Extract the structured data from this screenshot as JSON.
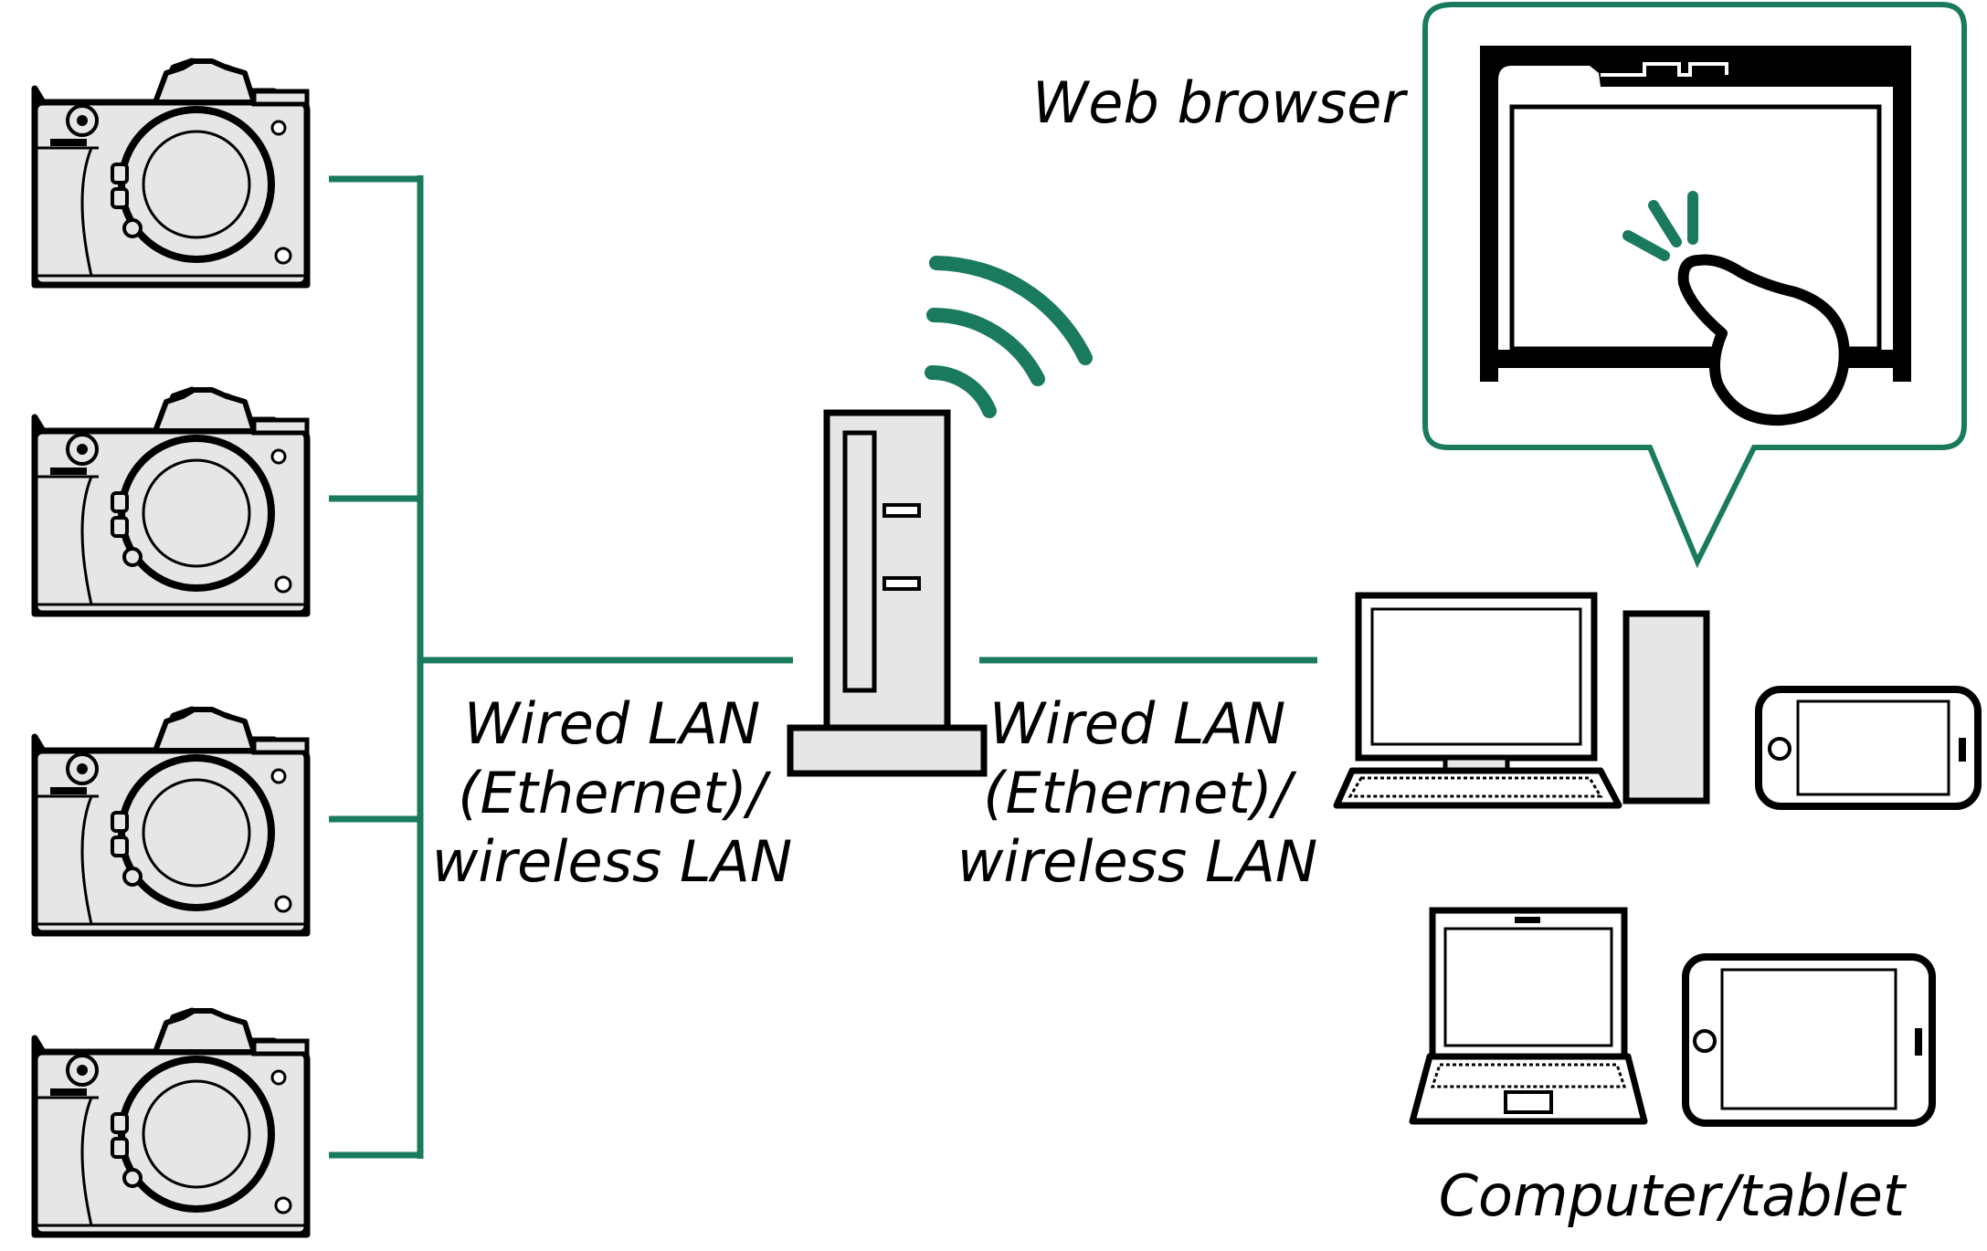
{
  "labels": {
    "connection_left": [
      "Wired LAN",
      "(Ethernet)/",
      "wireless LAN"
    ],
    "connection_right": [
      "Wired LAN",
      "(Ethernet)/",
      "wireless LAN"
    ],
    "web_browser": "Web browser",
    "computer_tablet": "Computer/tablet"
  },
  "colors": {
    "line_green": "#1a7a5e",
    "device_fill": "#e6e6e6",
    "outline": "#000000"
  },
  "icons": [
    "camera-icon",
    "router-icon",
    "wifi-signal-icon",
    "browser-window-icon",
    "tap-gesture-icon",
    "desktop-computer-icon",
    "laptop-icon",
    "smartphone-icon",
    "tablet-icon"
  ]
}
